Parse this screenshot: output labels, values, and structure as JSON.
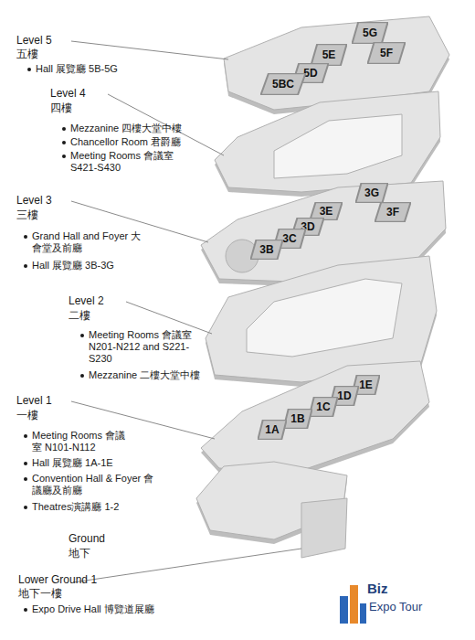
{
  "diagram": {
    "nodes": [
      {
        "text": [
          "5G"
        ]
      },
      {
        "text": [
          "5F"
        ]
      },
      {
        "text": [
          "5E"
        ]
      },
      {
        "text": [
          "5D"
        ]
      },
      {
        "text": [
          "5BC"
        ]
      },
      {
        "text": [
          "3G"
        ]
      },
      {
        "text": [
          "3F"
        ]
      },
      {
        "text": [
          "3E"
        ]
      },
      {
        "text": [
          "3D"
        ]
      },
      {
        "text": [
          "3C"
        ]
      },
      {
        "text": [
          "3B"
        ]
      },
      {
        "text": [
          "1E"
        ]
      },
      {
        "text": [
          "1D"
        ]
      },
      {
        "text": [
          "1C"
        ]
      },
      {
        "text": [
          "1B"
        ]
      },
      {
        "text": [
          "1A"
        ]
      }
    ],
    "labels": [
      "Level 5",
      "五樓",
      "Hall 展覽廳 5B-5G",
      "Level 4",
      "四樓",
      "Mezzanine 四樓大堂中樓",
      "Chancellor Room 君爵廳",
      "Meeting Rooms 會議室 S421-S430",
      "Level 3",
      "三樓",
      "Grand Hall and Foyer 大會堂及前廳",
      "Hall 展覽廳 3B-3G",
      "Level 2",
      "二樓",
      "Meeting Rooms 會議室 N201-N212 and S221-S230",
      "Mezzanine 二樓大堂中樓",
      "Level 1",
      "一樓",
      "Meeting Rooms 會議室 N101-N112",
      "Hall 展覽廳 1A-1E",
      "Convention Hall & Foyer 會議廳及前廳",
      "Theatres演講廳 1-2",
      "Ground",
      "地下",
      "Lower Ground 1",
      "地下一樓",
      "Expo Drive Hall 博覽道展廳",
      "Biz",
      "Expo Tour"
    ]
  }
}
